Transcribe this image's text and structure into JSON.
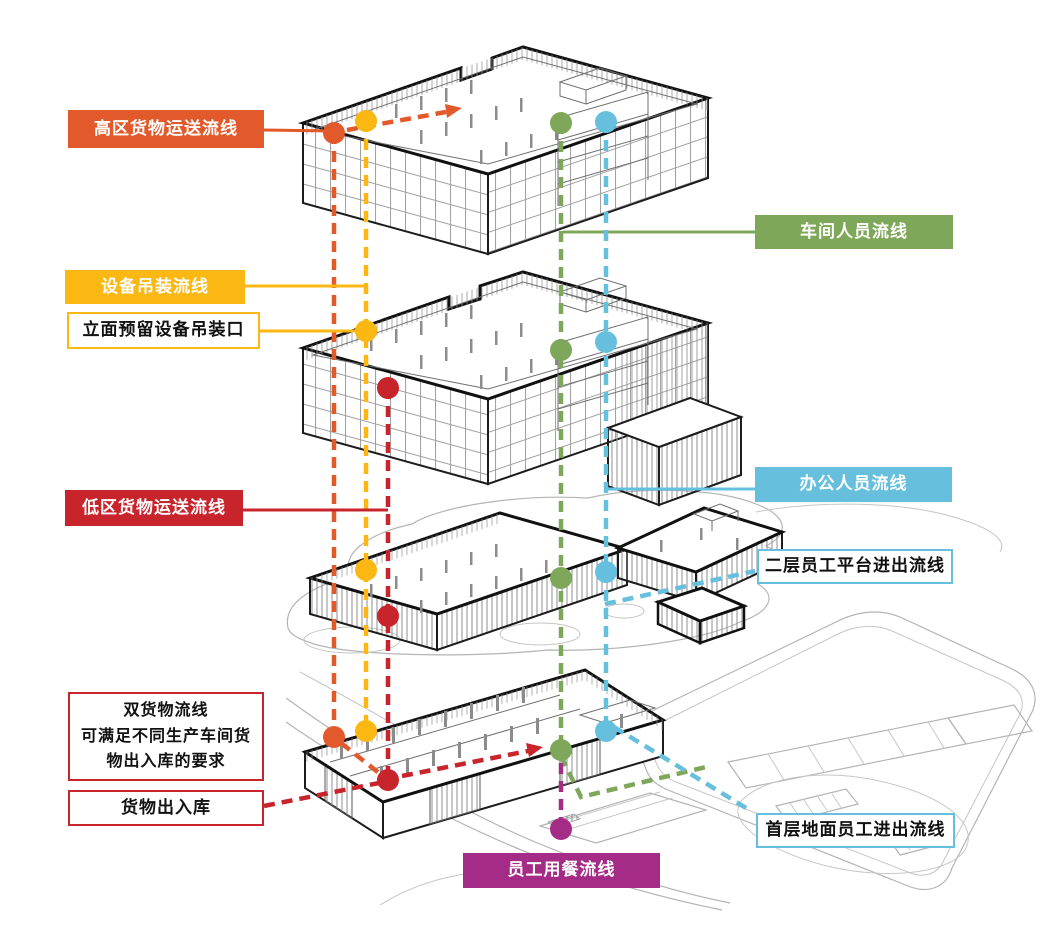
{
  "flows": {
    "high_zone_goods": {
      "label": "高区货物运送流线",
      "color": "#E25A2B"
    },
    "equipment_hoisting": {
      "label": "设备吊装流线",
      "color": "#FBB712"
    },
    "low_zone_goods": {
      "label": "低区货物运送流线",
      "color": "#C8242C"
    },
    "workshop_staff": {
      "label": "车间人员流线",
      "color": "#7FA75A"
    },
    "office_staff": {
      "label": "办公人员流线",
      "color": "#67BFDE"
    },
    "staff_dining": {
      "label": "员工用餐流线",
      "color": "#A52C86"
    }
  },
  "callouts": {
    "facade_hoisting_opening": {
      "label": "立面预留设备吊装口",
      "border_color": "#FBB712"
    },
    "dual_goods_note": {
      "line1": "双货物流线",
      "line2": "可满足不同生产车间货",
      "line3": "物出入库的要求",
      "border_color": "#C8242C"
    },
    "goods_in_out": {
      "label": "货物出入库",
      "border_color": "#C8242C"
    },
    "second_floor_platform_access": {
      "label": "二层员工平台进出流线",
      "border_color": "#67BFDE"
    },
    "ground_floor_staff_access": {
      "label": "首层地面员工进出流线",
      "border_color": "#67BFDE"
    }
  },
  "drawing": {
    "line_color": "#1c1c1c",
    "site_color": "#b4b4b4",
    "text_color": "#111111"
  }
}
